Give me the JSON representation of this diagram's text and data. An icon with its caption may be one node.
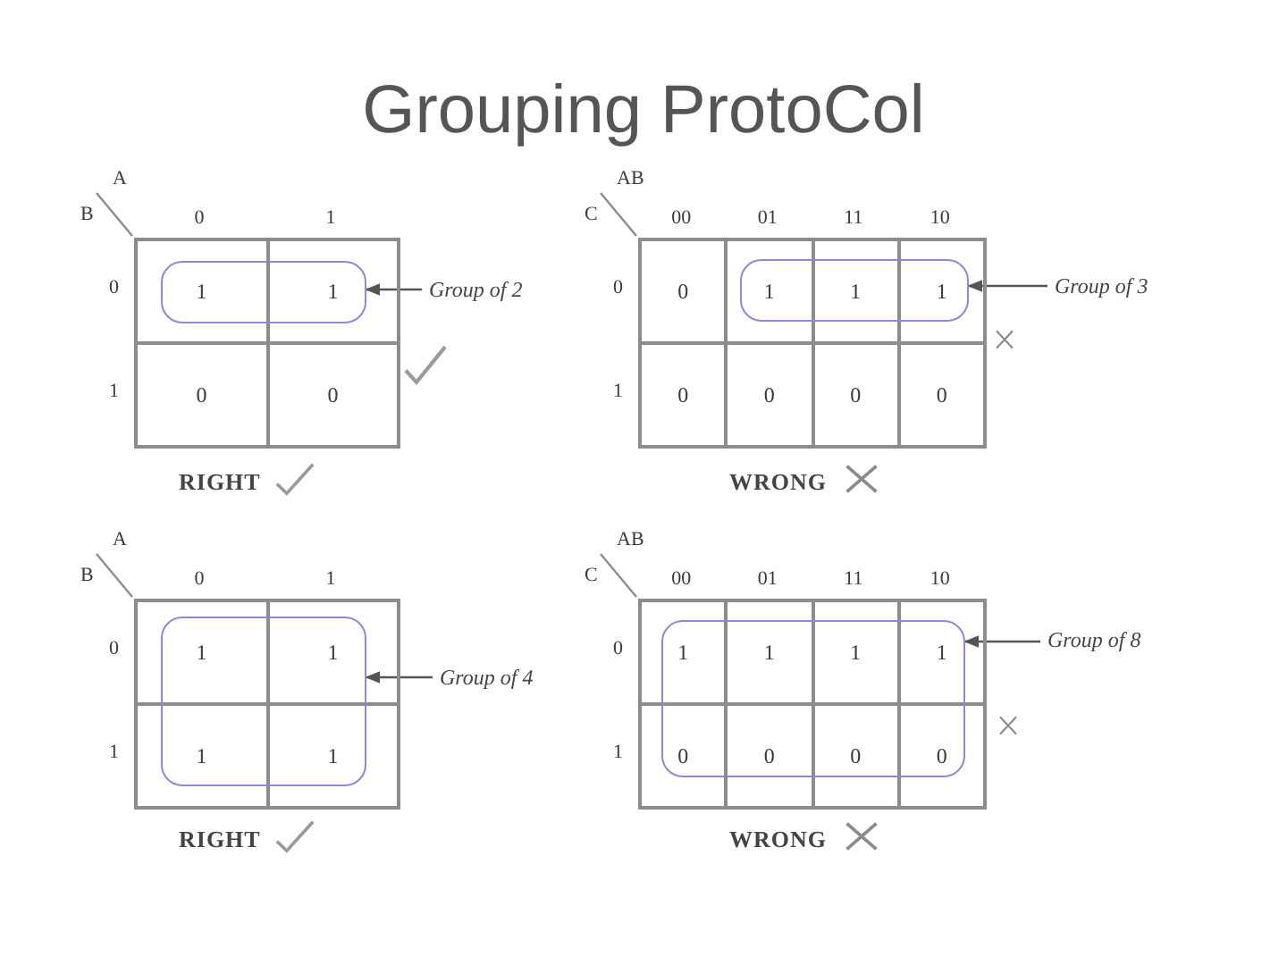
{
  "diagram": {
    "title": "Grouping ProtoCol",
    "nodes": [
      {
        "text": [],
        "shape": "box"
      },
      {
        "text": [
          "Group of 2"
        ]
      },
      {
        "text": [],
        "shape": "box"
      },
      {
        "text": [
          "Group of 3"
        ]
      },
      {
        "text": [],
        "shape": "box"
      },
      {
        "text": [
          "Group of 4"
        ]
      },
      {
        "text": [],
        "shape": "box"
      },
      {
        "text": [
          "Group of 8"
        ]
      }
    ],
    "edges": [
      {
        "from": 1,
        "to": 0,
        "arrow": "to"
      },
      {
        "from": 3,
        "to": 2,
        "arrow": "to"
      },
      {
        "from": 5,
        "to": 4,
        "arrow": "to"
      },
      {
        "from": 7,
        "to": 6,
        "arrow": "to"
      }
    ],
    "labels": [
      "A",
      "B",
      "0",
      "1",
      "0",
      "1",
      "1",
      "1",
      "0",
      "0",
      "RIGHT",
      "AB",
      "C",
      "00",
      "01",
      "11",
      "10",
      "0",
      "1",
      "0",
      "1",
      "1",
      "1",
      "0",
      "0",
      "0",
      "0",
      "WRONG",
      "A",
      "B",
      "0",
      "1",
      "0",
      "1",
      "1",
      "1",
      "1",
      "1",
      "RIGHT",
      "AB",
      "C",
      "00",
      "01",
      "11",
      "10",
      "0",
      "1",
      "1",
      "1",
      "1",
      "1",
      "0",
      "0",
      "0",
      "0",
      "WRONG"
    ]
  }
}
